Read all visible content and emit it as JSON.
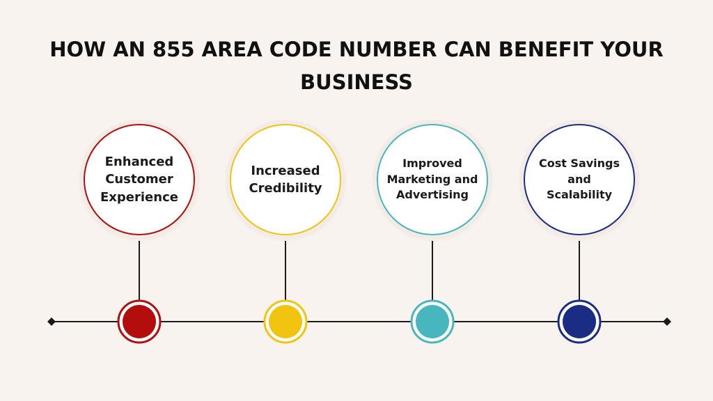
{
  "title": "HOW AN 855 AREA CODE NUMBER CAN BENEFIT YOUR BUSINESS",
  "colors": {
    "background": "#f9f3ef",
    "line": "#1a1a1a"
  },
  "items": [
    {
      "label": "Enhanced\nCustomer\nExperience",
      "color": "#b40d0d"
    },
    {
      "label": "Increased\nCredibility",
      "color": "#f2c30f"
    },
    {
      "label": "Improved\nMarketing and\nAdvertising",
      "color": "#48b6bd"
    },
    {
      "label": "Cost Savings\nand\nScalability",
      "color": "#1a2c84"
    }
  ]
}
